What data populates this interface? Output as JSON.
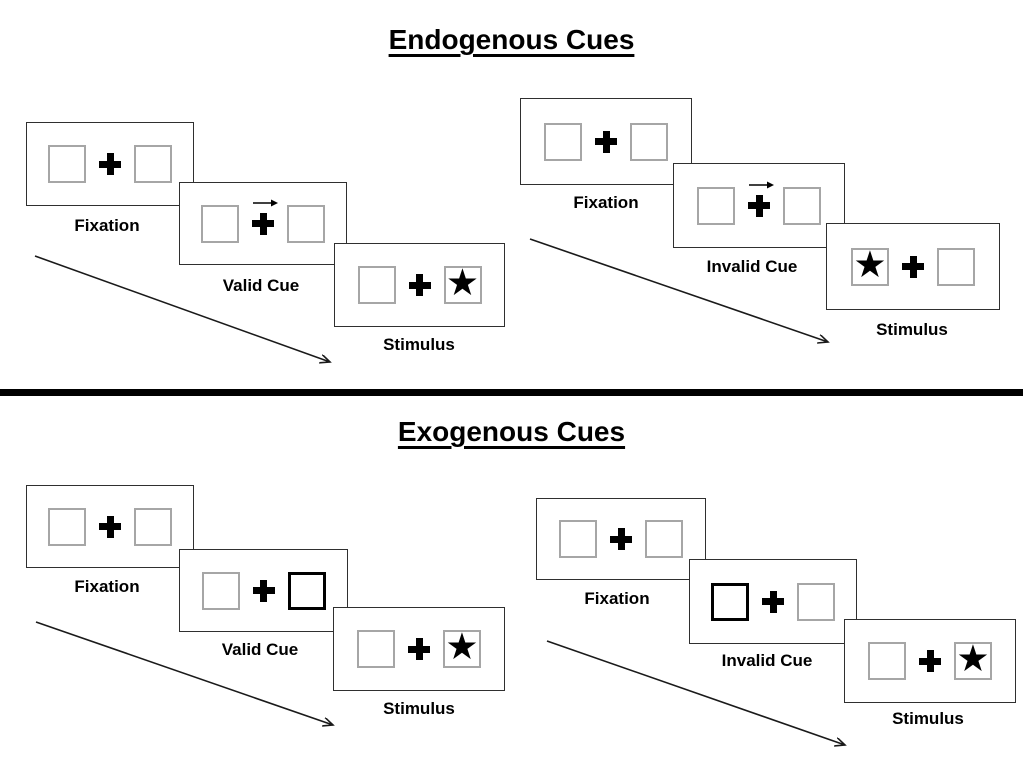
{
  "sections": [
    {
      "title": "Endogenous Cues",
      "sequences": [
        {
          "name": "valid-trial",
          "panels": [
            {
              "label": "Fixation",
              "type": "fixation"
            },
            {
              "label": "Valid Cue",
              "type": "endogenous-cue",
              "cue": "central-arrow-pointing-right"
            },
            {
              "label": "Stimulus",
              "type": "stimulus",
              "star_side": "right"
            }
          ]
        },
        {
          "name": "invalid-trial",
          "panels": [
            {
              "label": "Fixation",
              "type": "fixation"
            },
            {
              "label": "Invalid Cue",
              "type": "endogenous-cue",
              "cue": "central-arrow-pointing-right"
            },
            {
              "label": "Stimulus",
              "type": "stimulus",
              "star_side": "left"
            }
          ]
        }
      ]
    },
    {
      "title": "Exogenous Cues",
      "sequences": [
        {
          "name": "valid-trial",
          "panels": [
            {
              "label": "Fixation",
              "type": "fixation"
            },
            {
              "label": "Valid Cue",
              "type": "exogenous-cue",
              "cue": "highlighted-right-box"
            },
            {
              "label": "Stimulus",
              "type": "stimulus",
              "star_side": "right"
            }
          ]
        },
        {
          "name": "invalid-trial",
          "panels": [
            {
              "label": "Fixation",
              "type": "fixation"
            },
            {
              "label": "Invalid Cue",
              "type": "exogenous-cue",
              "cue": "highlighted-left-box"
            },
            {
              "label": "Stimulus",
              "type": "stimulus",
              "star_side": "right"
            }
          ]
        }
      ]
    }
  ],
  "glyphs": {
    "star": "★",
    "fixation_cross": "+"
  },
  "icons": {
    "fixation_cross": "heavy-plus-shape",
    "cue_arrow": "small-right-arrow",
    "timeline_arrow": "diagonal-down-right-arrow"
  },
  "colors": {
    "background": "#ffffff",
    "panel_border": "#2f2f2f",
    "box_border": "#a6a6a6",
    "cue_highlight_border": "#000000",
    "text": "#000000",
    "divider": "#000000",
    "arrow": "#1a1a1a"
  }
}
